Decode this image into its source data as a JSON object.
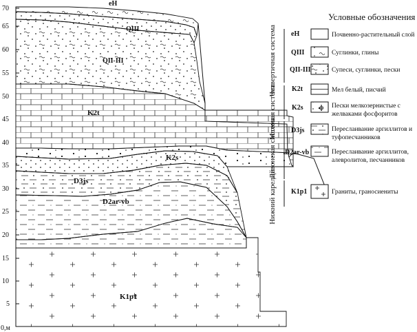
{
  "section": {
    "axis_ticks": [
      "70",
      "65",
      "60",
      "55",
      "50",
      "45",
      "40",
      "35",
      "30",
      "25",
      "20",
      "15",
      "10",
      "5"
    ],
    "axis_origin": "0,м",
    "axis_unit": "",
    "layers": [
      {
        "id": "eH",
        "label": "eH"
      },
      {
        "id": "QIII",
        "label": "QIII"
      },
      {
        "id": "QII-III",
        "label": "QII-III"
      },
      {
        "id": "K2t",
        "label": "K2t"
      },
      {
        "id": "K2s",
        "label": "K2s"
      },
      {
        "id": "D3js",
        "label": "D3js"
      },
      {
        "id": "D2ar-vb",
        "label": "D2ar-vb"
      },
      {
        "id": "K1p1",
        "label": "K1p1"
      }
    ]
  },
  "legend": {
    "title": "Условные обозначения",
    "groups": [
      {
        "name": "Четвертичная система"
      },
      {
        "name": "Меловая система"
      },
      {
        "name": "Девонская система"
      },
      {
        "name": "Нижний карелий"
      }
    ],
    "items": [
      {
        "code": "eH",
        "text": [
          "Почвенно-растительный слой"
        ]
      },
      {
        "code": "QIII",
        "text": [
          "Суглинки, глины"
        ]
      },
      {
        "code": "QII-III",
        "text": [
          "Супеси, суглинки, пески"
        ]
      },
      {
        "code": "K2t",
        "text": [
          "Мел белый, писчий"
        ]
      },
      {
        "code": "K2s",
        "text": [
          "Пески мелкозернистые с",
          "желваками фосфоритов"
        ]
      },
      {
        "code": "D3js",
        "text": [
          "Переслаивание аргиллитов и",
          "туфопесчанников"
        ]
      },
      {
        "code": "D2ar-vb",
        "text": [
          "Переслаивание аргиллитов,",
          "алевролитов, песчанников"
        ]
      },
      {
        "code": "K1p1",
        "text": [
          "Граниты, граносиениты"
        ]
      }
    ]
  }
}
